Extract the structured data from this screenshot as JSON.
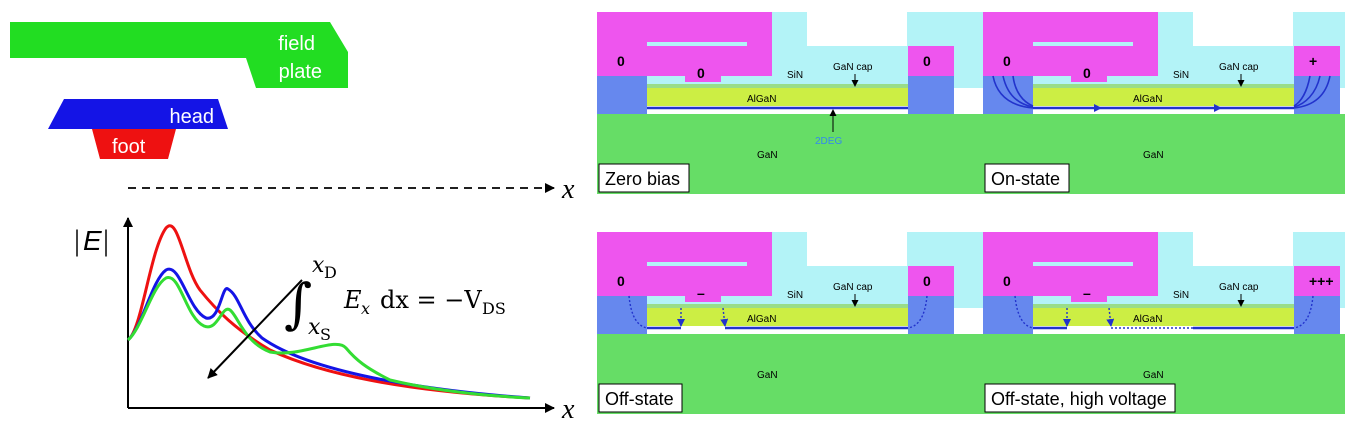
{
  "structure": {
    "field_plate_line1": "field",
    "field_plate_line2": "plate",
    "head": "head",
    "foot": "foot",
    "axis_x_top": "x",
    "axis_x_bottom": "x",
    "ylabel_pipe_left": "|",
    "ylabel_E": "E",
    "ylabel_pipe_right": "|"
  },
  "equation": {
    "integral": "∫",
    "upper_limit": "x",
    "upper_sub": "D",
    "lower_limit": "x",
    "lower_sub": "S",
    "integrand_E": "E",
    "integrand_sub": "x",
    "rhs": "dx = −V",
    "rhs_sub": "DS"
  },
  "colors": {
    "field_plate": "#22dd22",
    "head": "#1414e6",
    "foot": "#ee1111",
    "curve_red": "#ee1111",
    "curve_blue": "#1414e6",
    "curve_green": "#33dd33",
    "sin": "#b3f3f7",
    "metal": "#ee55ee",
    "algan": "#ccee44",
    "gan": "#66dd66",
    "contact": "#6688ee",
    "twodeg": "#2233cc"
  },
  "panels": [
    {
      "caption": "Zero bias",
      "source": "0",
      "gate": "0",
      "drain": "0",
      "sin": "SiN",
      "cap": "GaN cap",
      "algan": "AlGaN",
      "gan": "GaN",
      "twodeg": "2DEG"
    },
    {
      "caption": "On-state",
      "source": "0",
      "gate": "0",
      "drain": "+",
      "sin": "SiN",
      "cap": "GaN cap",
      "algan": "AlGaN",
      "gan": "GaN"
    },
    {
      "caption": "Off-state",
      "source": "0",
      "gate": "–",
      "drain": "0",
      "sin": "SiN",
      "cap": "GaN cap",
      "algan": "AlGaN",
      "gan": "GaN"
    },
    {
      "caption": "Off-state, high voltage",
      "source": "0",
      "gate": "–",
      "drain": "+++",
      "sin": "SiN",
      "cap": "GaN cap",
      "algan": "AlGaN",
      "gan": "GaN"
    }
  ]
}
